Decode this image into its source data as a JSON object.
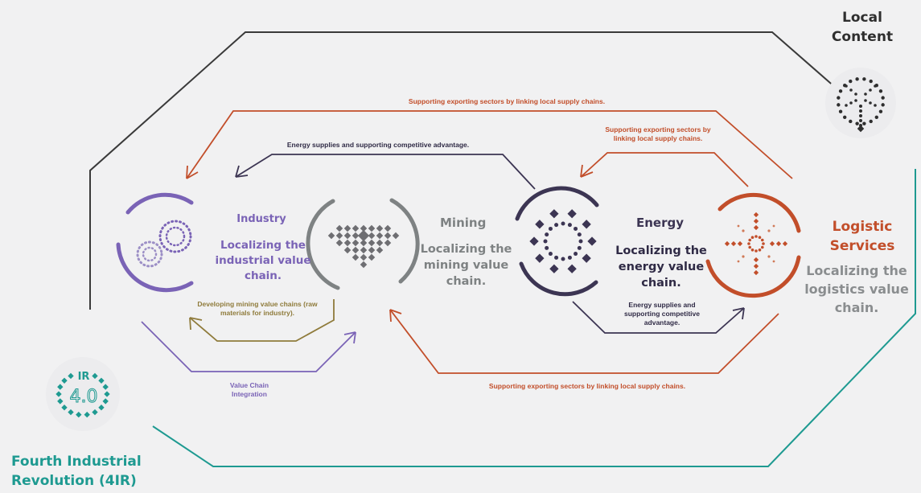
{
  "colors": {
    "background": "#f1f1f2",
    "industry": "#7a63b6",
    "mining": "#7e8283",
    "energy": "#3c3553",
    "logistics": "#c24e2a",
    "fourth_ir": "#1e9a91",
    "olive": "#8f7b3b",
    "dark_line": "#3a3a3a"
  },
  "corners": {
    "local_content": "Local Content",
    "fourth_ir": "Fourth Industrial Revolution (4IR)",
    "ir_badge_top": "IR",
    "ir_badge_num": "4.0"
  },
  "sectors": {
    "industry": {
      "title": "Industry",
      "subtitle": "Localizing the industrial value chain."
    },
    "mining": {
      "title": "Mining",
      "subtitle": "Localizing the mining value chain."
    },
    "energy": {
      "title": "Energy",
      "subtitle": "Localizing the energy value chain."
    },
    "logistics": {
      "title": "Logistic Services",
      "subtitle": "Localizing the logistics value chain."
    }
  },
  "flows": {
    "top_export": "Supporting exporting sectors by linking local supply chains.",
    "right_export": "Supporting exporting sectors by linking local supply chains.",
    "energy_to_industry": "Energy supplies and supporting competitive advantage.",
    "mining_to_industry": "Developing mining value chains (raw materials for industry).",
    "value_chain": "Value Chain Integration",
    "energy_to_logistics": "Energy supplies and supporting competitive advantage.",
    "bottom_export": "Supporting exporting sectors by linking local supply chains."
  }
}
